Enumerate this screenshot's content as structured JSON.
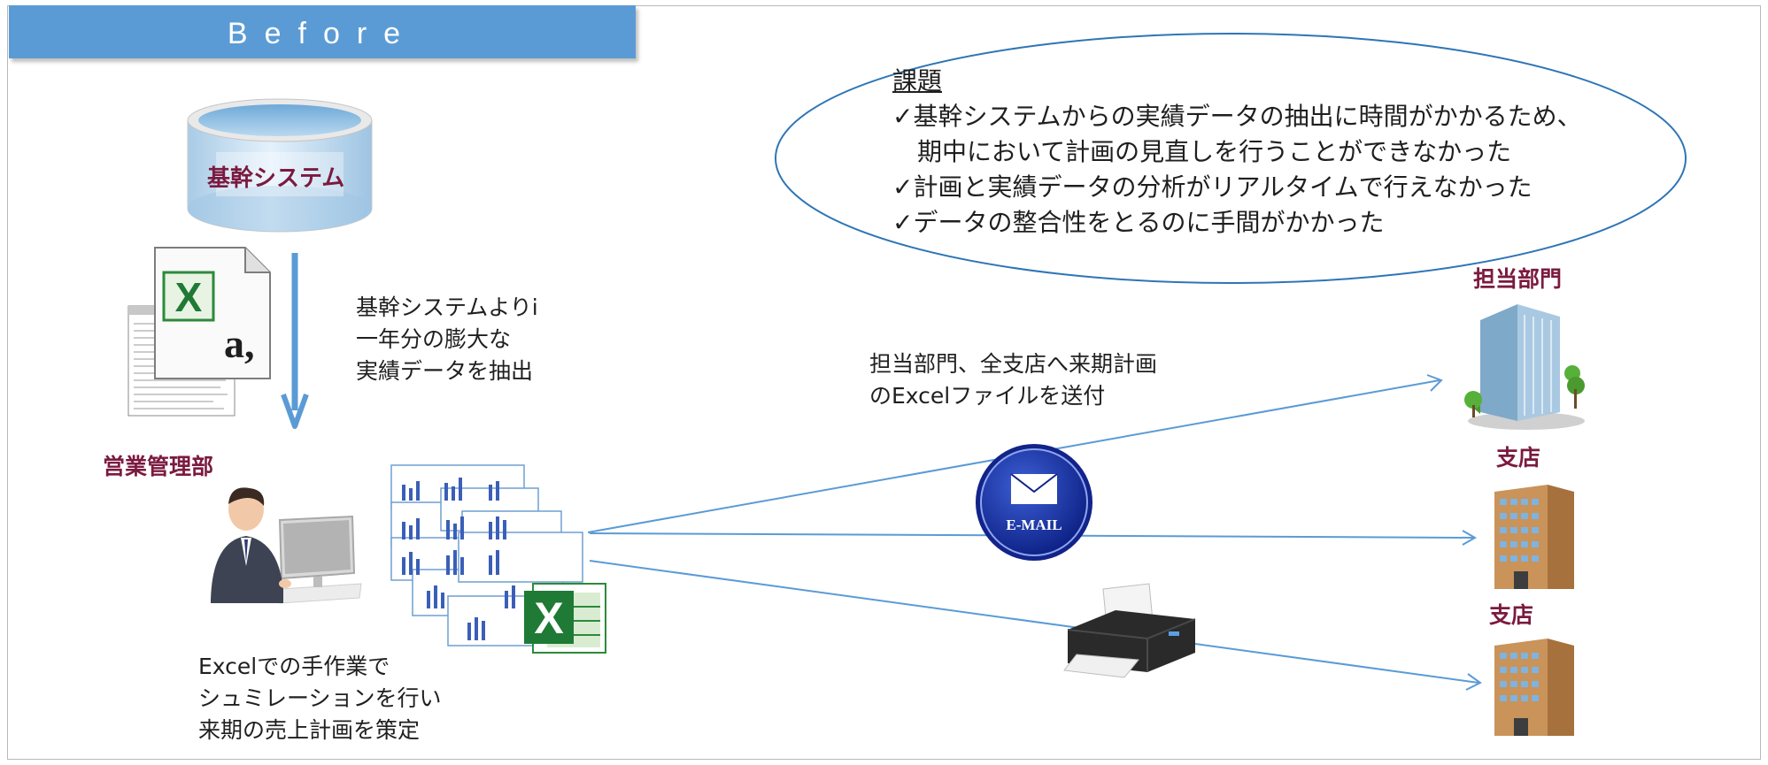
{
  "header": {
    "title": "Before"
  },
  "database": {
    "label": "基幹システム"
  },
  "sales_dept": {
    "label": "営業管理部"
  },
  "extract_note": {
    "lines": [
      "基幹システムよりi",
      "一年分の膨大な",
      "実績データを抽出"
    ]
  },
  "excel_note": {
    "lines": [
      "Excelでの手作業で",
      "シュミレーションを行い",
      "来期の売上計画を策定"
    ]
  },
  "send_note": {
    "lines": [
      "担当部門、全支店へ来期計画",
      "のExcelファイルを送付"
    ]
  },
  "issues": {
    "title": "課題",
    "items": [
      "✓基幹システムからの実績データの抽出に時間がかかるため、",
      "　期中において計画の見直しを行うことができなかった",
      "✓計画と実績データの分析がリアルタイムで行えなかった",
      "✓データの整合性をとるのに手間がかかった"
    ]
  },
  "email_badge": {
    "label": "E-MAIL"
  },
  "destinations": [
    {
      "label": "担当部門"
    },
    {
      "label": "支店"
    },
    {
      "label": "支店"
    }
  ],
  "colors": {
    "banner": "#5b9bd5",
    "label": "#7b1a3f",
    "arrow": "#5b9bd5",
    "ellipse": "#2e75b6"
  }
}
